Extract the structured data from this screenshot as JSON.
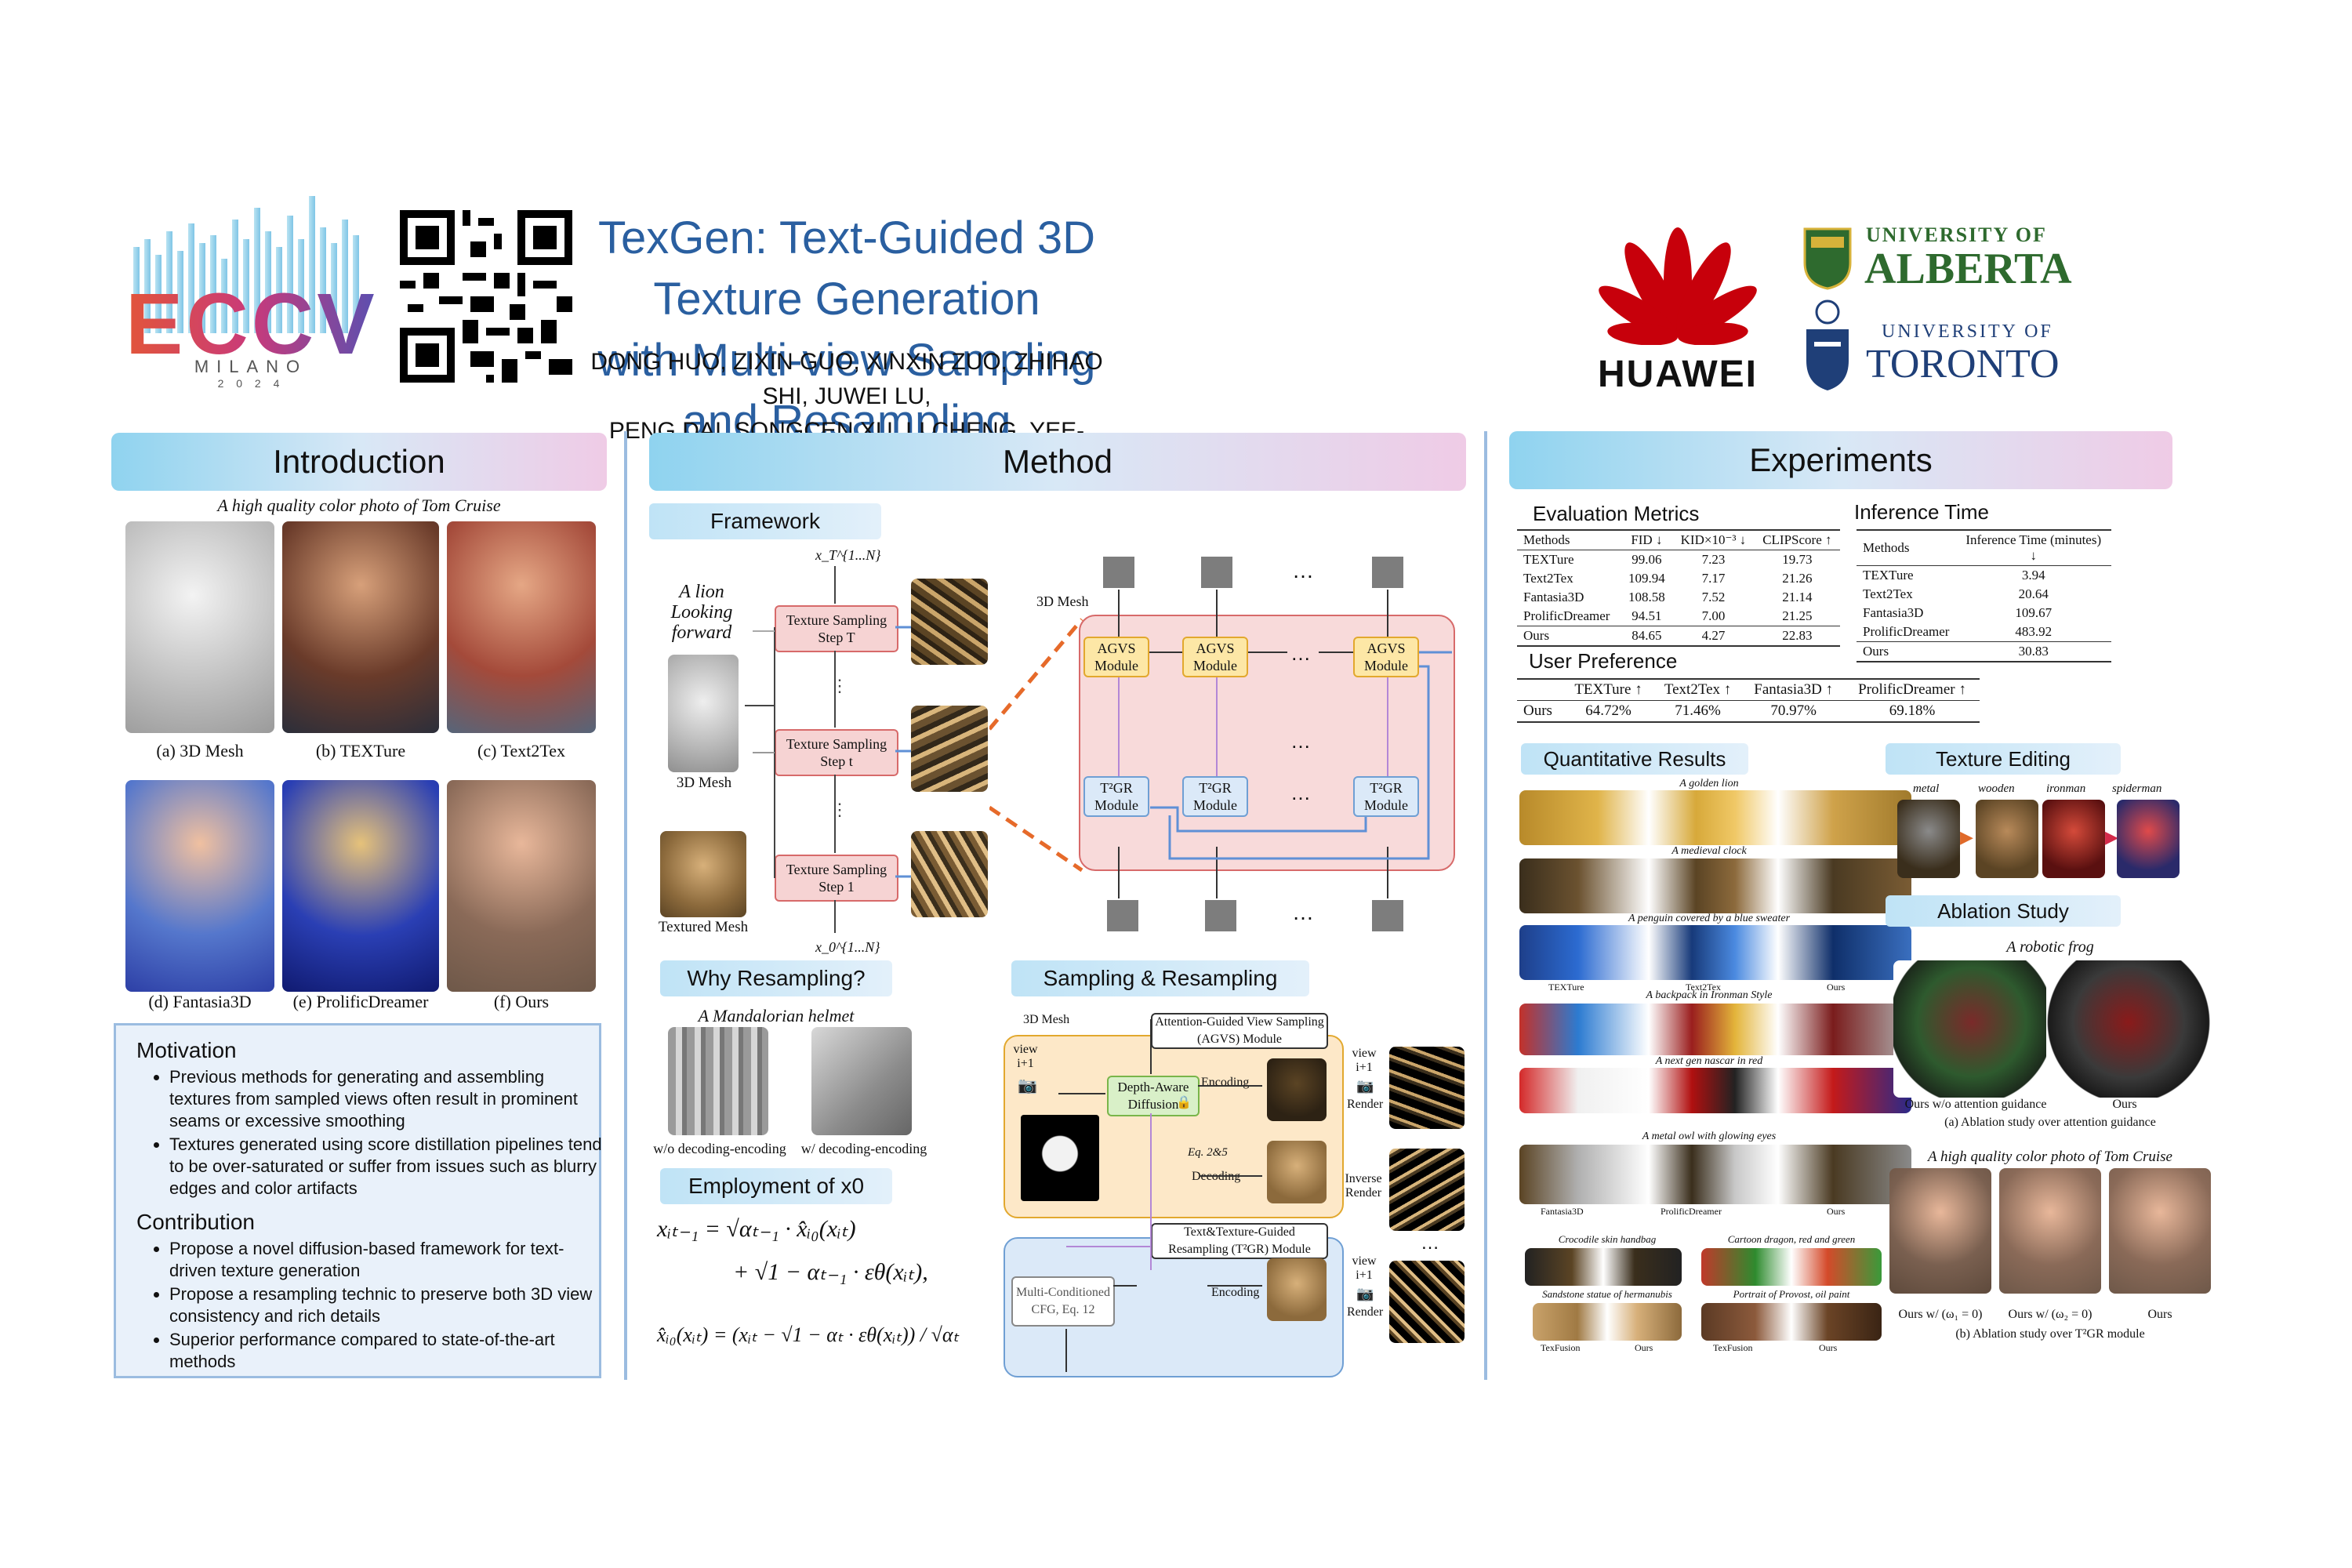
{
  "header": {
    "conference_logo": "ECCV",
    "conference_city": "MILANO",
    "conference_year": "2 0 2 4",
    "title_line1": "TexGen: Text-Guided 3D Texture Generation",
    "title_line2": "with Multi-view Sampling and Resampling",
    "authors_line1": "DONG HUO, ZIXIN GUO, XINXIN ZUO, ZHIHAO SHI, JUWEI LU,",
    "authors_line2": "PENG DAI, SONGCEN XU, LI CHENG, YEE-HONG YANG",
    "huawei_label": "HUAWEI",
    "alberta_line1": "UNIVERSITY OF",
    "alberta_line2": "ALBERTA",
    "toronto_line1": "UNIVERSITY OF",
    "toronto_line2": "TORONTO",
    "qr_icon": "qr-code-icon",
    "colors": {
      "title": "#2a5fa0",
      "huawei": "#c7000b",
      "alberta": "#2e6a2e",
      "toronto": "#1f3f78"
    }
  },
  "intro": {
    "heading": "Introduction",
    "prompt": "A high quality color photo of Tom Cruise",
    "captions": [
      "(a) 3D Mesh",
      "(b) TEXTure",
      "(c) Text2Tex",
      "(d) Fantasia3D",
      "(e) ProlificDreamer",
      "(f) Ours"
    ],
    "motivation_title": "Motivation",
    "motivation": [
      "Previous  methods for generating and assembling textures from sampled views often result in prominent seams or excessive smoothing",
      "Textures generated using score distillation pipelines tend to be over-saturated or suffer from issues such as blurry edges and color artifacts"
    ],
    "contribution_title": "Contribution",
    "contribution": [
      "Propose a novel diffusion-based framework for text-driven texture generation",
      "Propose a resampling technic to preserve both 3D view consistency and rich details",
      "Superior performance compared to state-of-the-art methods"
    ]
  },
  "method": {
    "heading": "Method",
    "framework": "Framework",
    "prompt": "A lion Looking forward",
    "mesh_label": "3D Mesh",
    "textured_label": "Textured Mesh",
    "step_T": "Texture Sampling Step T",
    "step_t": "Texture Sampling Step t",
    "step_1": "Texture Sampling Step 1",
    "x_top": "x_T^{1...N}",
    "x_bottom": "x_0^{1...N}",
    "agvs": "AGVS Module",
    "t2gr": "T²GR Module",
    "mesh3d": "3D Mesh",
    "dots": "…",
    "why": "Why Resampling?",
    "helmet_prompt": "A Mandalorian helmet",
    "wo_dec": "w/o decoding-encoding",
    "w_dec": "w/ decoding-encoding",
    "employ": "Employment of x0",
    "formula1a": "xᵢₜ₋₁ = √αₜ₋₁ · x̂ᵢ₀(xᵢₜ)",
    "formula1b": "+ √1 − αₜ₋₁ · εθ(xᵢₜ),",
    "formula2": "x̂ᵢ₀(xᵢₜ) = (xᵢₜ − √1 − αₜ · εθ(xᵢₜ)) / √αₜ",
    "sampling": "Sampling & Resampling",
    "view_i1": "view i+1",
    "agvs_full": "Attention-Guided View Sampling (AGVS) Module",
    "depth_diff": "Depth-Aware Diffusion",
    "encoding": "Encoding",
    "decoding": "Decoding",
    "render": "Render",
    "inverse_render": "Inverse Render",
    "t2gr_full": "Text&Texture-Guided Resampling (T²GR) Module",
    "cfg": "Multi-Conditioned CFG, Eq. 12",
    "eq25": "Eq. 2&5"
  },
  "experiments": {
    "heading": "Experiments",
    "eval_title": "Evaluation Metrics",
    "eval_headers": [
      "Methods",
      "FID ↓",
      "KID×10⁻³ ↓",
      "CLIPScore ↑"
    ],
    "eval_rows": [
      [
        "TEXTure",
        "99.06",
        "7.23",
        "19.73"
      ],
      [
        "Text2Tex",
        "109.94",
        "7.17",
        "21.26"
      ],
      [
        "Fantasia3D",
        "108.58",
        "7.52",
        "21.14"
      ],
      [
        "ProlificDreamer",
        "94.51",
        "7.00",
        "21.25"
      ]
    ],
    "eval_ours": [
      "Ours",
      "84.65",
      "4.27",
      "22.83"
    ],
    "infer_title": "Inference Time",
    "infer_headers": [
      "Methods",
      "Inference Time (minutes) ↓"
    ],
    "infer_rows": [
      [
        "TEXTure",
        "3.94"
      ],
      [
        "Text2Tex",
        "20.64"
      ],
      [
        "Fantasia3D",
        "109.67"
      ],
      [
        "ProlificDreamer",
        "483.92"
      ]
    ],
    "infer_ours": [
      "Ours",
      "30.83"
    ],
    "pref_title": "User Preference",
    "pref_headers": [
      "",
      "TEXTure ↑",
      "Text2Tex ↑",
      "Fantasia3D ↑",
      "ProlificDreamer ↑"
    ],
    "pref_row": [
      "Ours",
      "64.72%",
      "71.46%",
      "70.97%",
      "69.18%"
    ],
    "quant": "Quantitative Results",
    "q_prompts": [
      "A golden lion",
      "A medieval clock",
      "A penguin covered by a blue sweater",
      "A backpack in Ironman Style",
      "A next gen nascar in red",
      "A metal owl with glowing eyes",
      "Crocodile skin handbag",
      "Cartoon dragon, red and green",
      "Sandstone statue of hermanubis",
      "Portrait of Provost, oil paint"
    ],
    "q_methods": [
      "TEXTure",
      "Text2Tex",
      "Ours",
      "Fantasia3D",
      "ProlificDreamer",
      "Ours",
      "TexFusion",
      "Ours",
      "TexFusion",
      "Ours"
    ],
    "tex_edit": "Texture Editing",
    "edit_labels": [
      "metal",
      "wooden",
      "ironman",
      "spiderman"
    ],
    "ablation": "Ablation Study",
    "frog_prompt": "A robotic frog",
    "abl_a_left": "Ours w/o attention guidance",
    "abl_a_right": "Ours",
    "abl_a_caption": "(a) Ablation study over attention guidance",
    "tom_prompt": "A high quality color photo of Tom Cruise",
    "abl_b_labels": [
      "Ours w/ (ω₁ = 0)",
      "Ours w/ (ω₂ = 0)",
      "Ours"
    ],
    "abl_b_caption": "(b) Ablation study over T²GR module"
  }
}
